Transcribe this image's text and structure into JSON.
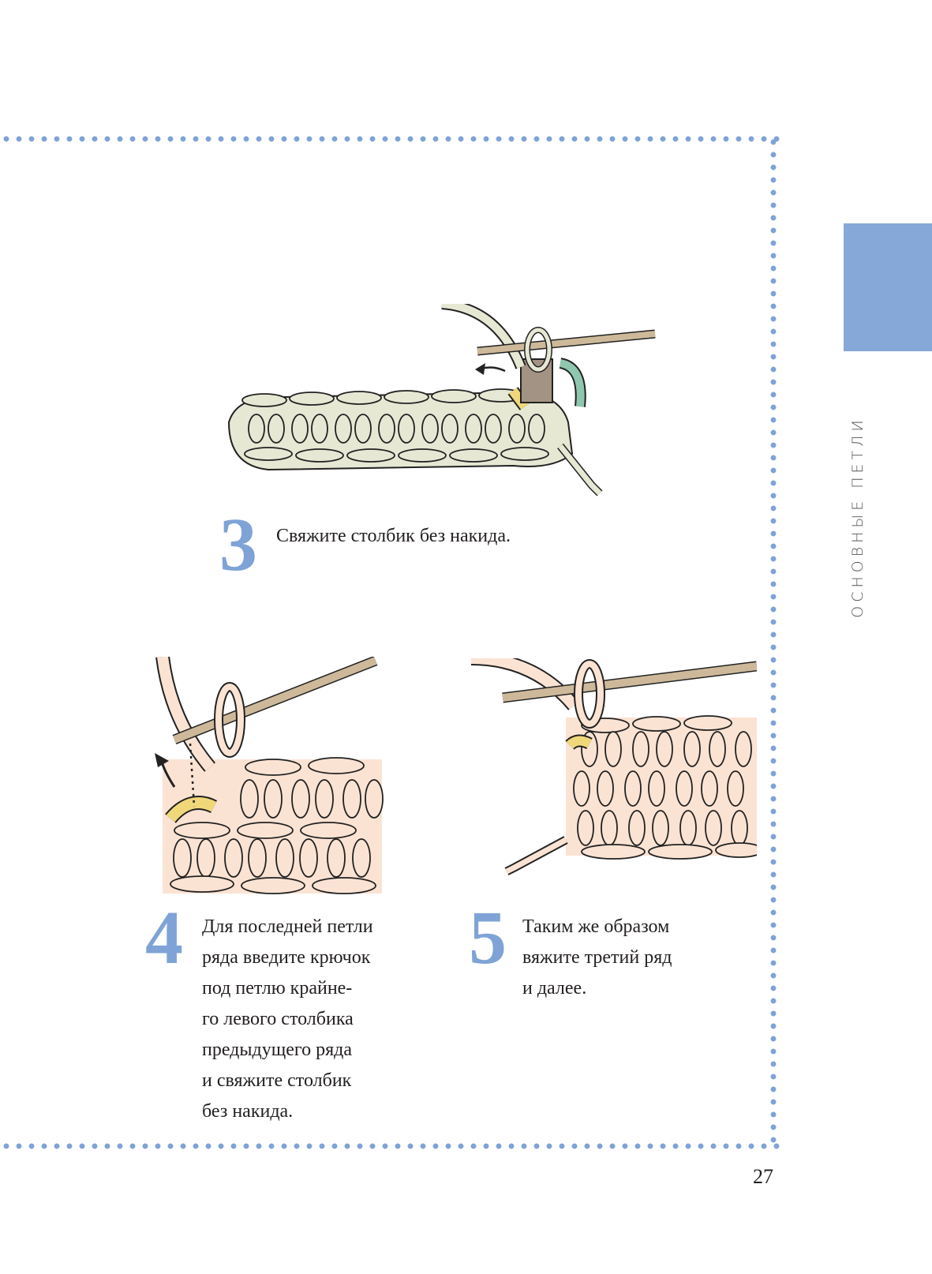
{
  "section_title": "ОСНОВНЫЕ ПЕТЛИ",
  "steps": [
    {
      "number": "3",
      "lines": [
        "Свяжите столбик без накида."
      ]
    },
    {
      "number": "4",
      "lines": [
        "Для последней петли",
        "ряда введите крючок",
        "под петлю крайне-",
        "го левого столбика",
        "предыдущего ряда",
        "и свяжите столбик",
        "без накида."
      ]
    },
    {
      "number": "5",
      "lines": [
        "Таким же образом",
        "вяжите третий ряд",
        "и далее."
      ]
    }
  ],
  "page_number": "27",
  "colors": {
    "accent": "#7fa3d6",
    "tab": "#86a8d8",
    "yarn_step3": "#e6e8d4",
    "yarn_step45": "#fbe3d3",
    "hook": "#cdb99a",
    "marker": "#f0d77a"
  }
}
